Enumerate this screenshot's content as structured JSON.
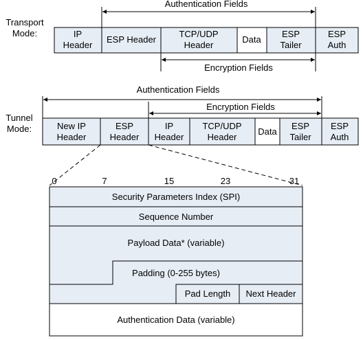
{
  "transport": {
    "mode_label": [
      "Transport",
      "Mode:"
    ],
    "auth_label": "Authentication Fields",
    "enc_label": "Encryption Fields",
    "cells": [
      [
        "IP",
        "Header"
      ],
      [
        "ESP Header"
      ],
      [
        "TCP/UDP",
        "Header"
      ],
      [
        "Data"
      ],
      [
        "ESP",
        "Tailer"
      ],
      [
        "ESP",
        "Auth"
      ]
    ]
  },
  "tunnel": {
    "mode_label": [
      "Tunnel",
      "Mode:"
    ],
    "auth_label": "Authentication Fields",
    "enc_label": "Encryption Fields",
    "cells": [
      [
        "New IP",
        "Header"
      ],
      [
        "ESP",
        "Header"
      ],
      [
        "IP",
        "Header"
      ],
      [
        "TCP/UDP",
        "Header"
      ],
      [
        "Data"
      ],
      [
        "ESP",
        "Tailer"
      ],
      [
        "ESP",
        "Auth"
      ]
    ]
  },
  "esp_format": {
    "bit_ticks": [
      "0",
      "7",
      "15",
      "23",
      "31"
    ],
    "spi": "Security Parameters Index (SPI)",
    "seq": "Sequence Number",
    "payload": "Payload Data* (variable)",
    "padding": "Padding (0-255 bytes)",
    "pad_length": "Pad Length",
    "next_header": "Next Header",
    "auth_data": "Authentication Data (variable)"
  }
}
